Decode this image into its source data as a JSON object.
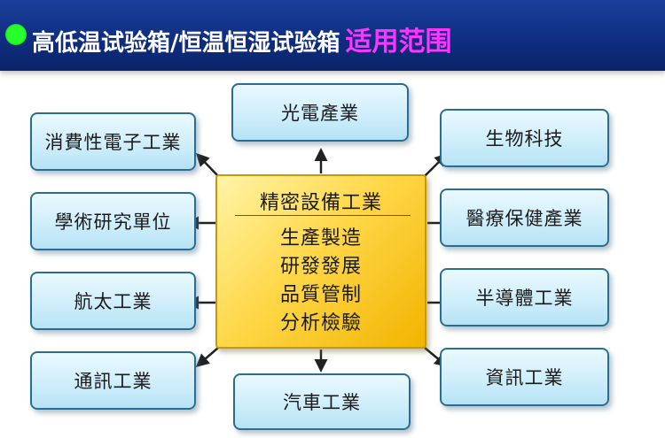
{
  "header": {
    "title_main": "高低温试验箱/恒温恒湿试验箱",
    "title_highlight": "适用范围"
  },
  "center": {
    "title": "精密設備工業",
    "items": [
      "生產製造",
      "研發發展",
      "品質管制",
      "分析檢驗"
    ]
  },
  "nodes": {
    "top": "光電產業",
    "left_1": "消費性電子工業",
    "left_2": "學術研究單位",
    "left_3": "航太工業",
    "left_4": "通訊工業",
    "bottom": "汽車工業",
    "right_1": "生物科技",
    "right_2": "醫療保健產業",
    "right_3": "半導體工業",
    "right_4": "資訊工業"
  },
  "colors": {
    "banner": "#0f2e82",
    "title_text": "#ffffff",
    "highlight": "#ff35ff",
    "bullet": "#27ff2a",
    "node_border": "#2b6d90",
    "center_fill": "#ffd84a"
  }
}
